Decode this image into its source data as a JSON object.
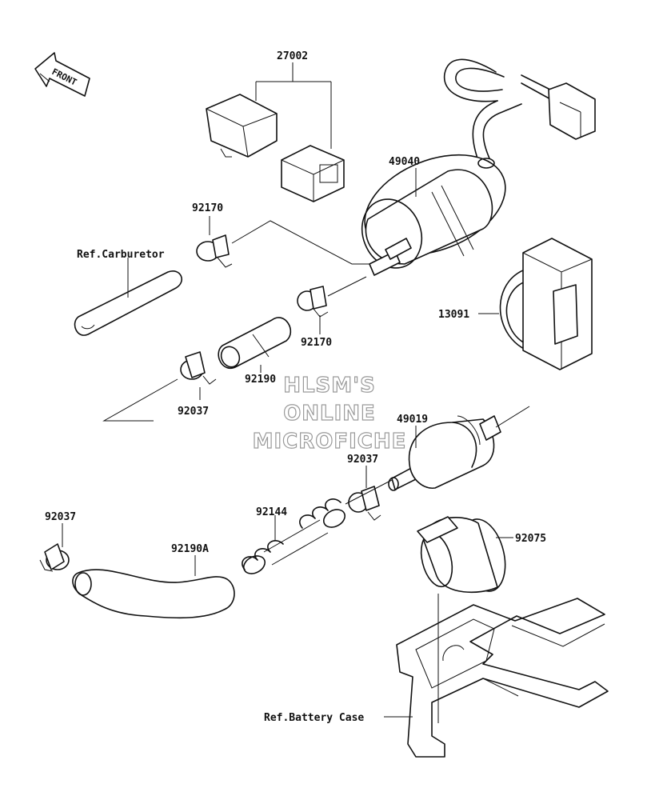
{
  "front_badge": "FRONT",
  "labels": {
    "relay": "27002",
    "fuel_pump": "49040",
    "clip_upper": "92170",
    "clip_mid": "92170",
    "ref_carburetor": "Ref.Carburetor",
    "bracket": "13091",
    "hose_short": "92190",
    "clamp_left": "92037",
    "fuel_filter": "49019",
    "clamp_mid": "92037",
    "clamp_low": "92037",
    "spring": "92144",
    "hose_long": "92190A",
    "damper": "92075",
    "ref_battery_case": "Ref.Battery Case"
  },
  "watermark": {
    "line1": "HLSM'S",
    "line2": "ONLINE",
    "line3": "MICROFICHE"
  }
}
